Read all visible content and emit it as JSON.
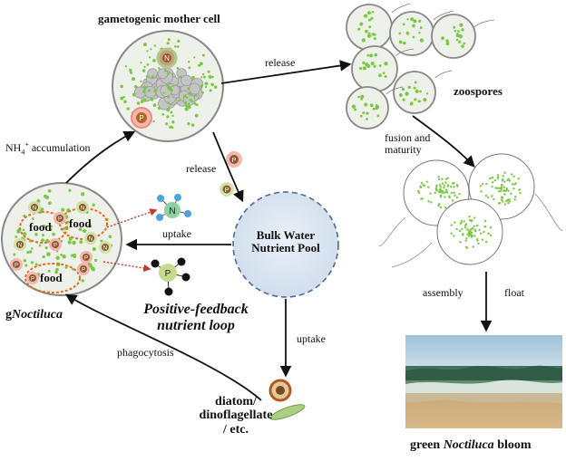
{
  "nodes": {
    "mother_cell": "gametogenic mother cell",
    "zoospores": "zoospores",
    "bulk_water_line1": "Bulk Water",
    "bulk_water_line2": "Nutrient Pool",
    "noctiluca_prefix": "g",
    "noctiluca_name": "Noctiluca",
    "feedback_line1": "Positive-feedback",
    "feedback_line2": "nutrient loop",
    "prey_line1": "diatom/",
    "prey_line2": "dinoflagellate",
    "prey_line3": "/ etc.",
    "bloom_prefix": "green ",
    "bloom_name": "Noctiluca",
    "bloom_suffix": " bloom"
  },
  "edges": {
    "release_top": "release",
    "release_mid": "release",
    "ammonium_prefix": "NH",
    "ammonium_sub": "4",
    "ammonium_sup": "+",
    "ammonium_suffix": " accumulation",
    "fusion_line1": "fusion and",
    "fusion_line2": "maturity",
    "assembly": "assembly",
    "float": "float",
    "uptake_left": "uptake",
    "uptake_down": "uptake",
    "phagocytosis": "phagocytosis"
  },
  "cell_labels": {
    "food": [
      "food",
      "food",
      "food"
    ],
    "nutrient_n": "N",
    "nutrient_p": "P"
  },
  "colors": {
    "line": "#111111",
    "cell_fill": "#eef0ea",
    "cell_stroke": "#777777",
    "green_dot": "#7ac943",
    "pool_fill": "#dce6f2",
    "pool_stroke": "#4a6a9a",
    "nutrient_ring": "#b8d88a",
    "nutrient_core": "#d9a25a",
    "p_ring": "#f4a6a6",
    "food_ring": "#e07020"
  }
}
